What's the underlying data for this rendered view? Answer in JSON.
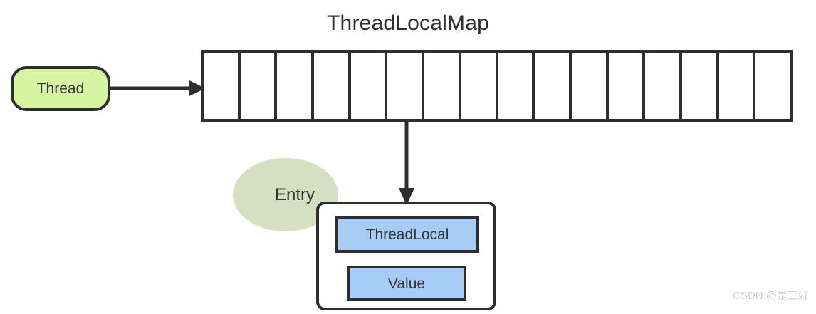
{
  "diagram": {
    "title": "ThreadLocalMap",
    "background_color": "#ffffff",
    "stroke_color": "#2e2e2e",
    "text_color": "#333333"
  },
  "thread_node": {
    "label": "Thread",
    "fill_color": "#d6f5a3",
    "shape": "rounded-rectangle"
  },
  "map_array": {
    "name": "ThreadLocalMap table",
    "cell_count": 16,
    "cells": [
      "",
      "",
      "",
      "",
      "",
      "",
      "",
      "",
      "",
      "",
      "",
      "",
      "",
      "",
      "",
      ""
    ],
    "fill_color": "#ffffff"
  },
  "entry_ellipse": {
    "label": "Entry",
    "fill_color": "#d5e0c3",
    "shape": "ellipse"
  },
  "entry_container": {
    "fill_color": "#ffffff",
    "fields": [
      {
        "label": "ThreadLocal",
        "fill_color": "#a7ccf5"
      },
      {
        "label": "Value",
        "fill_color": "#a7ccf5"
      }
    ]
  },
  "connectors": {
    "thread_to_map": {
      "direction": "right",
      "label": ""
    },
    "map_to_entry": {
      "direction": "down",
      "label": ""
    }
  },
  "watermark": {
    "text": "CSDN @是三好"
  }
}
